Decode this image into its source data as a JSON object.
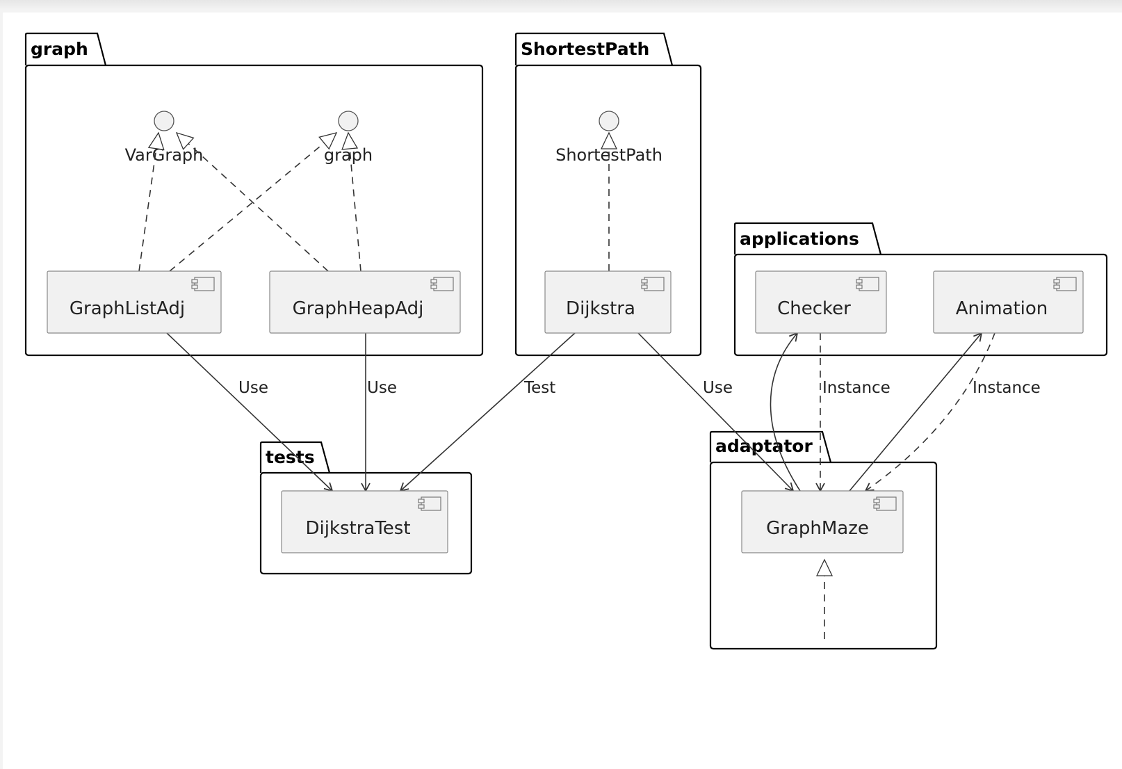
{
  "packages": {
    "graph": "graph",
    "shortestpath": "ShortestPath",
    "applications": "applications",
    "tests": "tests",
    "adaptator": "adaptator"
  },
  "components": {
    "graphlistadj": "GraphListAdj",
    "graphheapadj": "GraphHeapAdj",
    "dijkstra": "Dijkstra",
    "checker": "Checker",
    "animation": "Animation",
    "dijkstratest": "DijkstraTest",
    "graphmaze": "GraphMaze"
  },
  "interfaces": {
    "vargraph": "VarGraph",
    "graph": "graph",
    "shortestpath": "ShortestPath"
  },
  "edges": {
    "listadj_tests": "Use",
    "heapadj_tests": "Use",
    "dijkstra_tests": "Test",
    "dijkstra_maze": "Use",
    "checker_maze": "Instance",
    "animation_maze": "Instance"
  },
  "colors": {
    "component_fill": "#f1f1f1",
    "component_stroke": "#8a8a8a",
    "package_stroke": "#000000",
    "line": "#333333"
  }
}
